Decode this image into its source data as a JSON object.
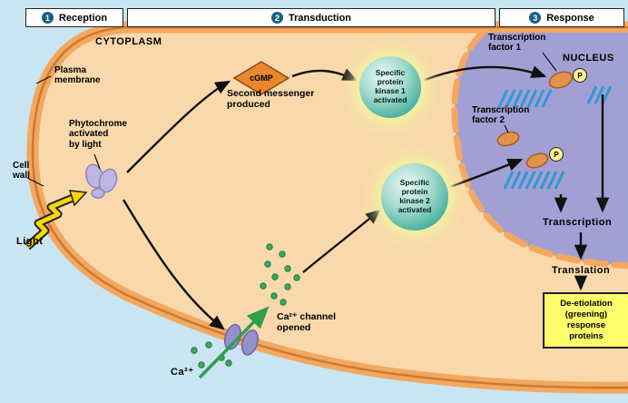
{
  "header": {
    "sections": [
      {
        "num": "1",
        "label": "Reception"
      },
      {
        "num": "2",
        "label": "Transduction"
      },
      {
        "num": "3",
        "label": "Response"
      }
    ]
  },
  "regions": {
    "cytoplasm": "CYTOPLASM",
    "nucleus": "NUCLEUS"
  },
  "labels": {
    "plasma_membrane": "Plasma\nmembrane",
    "cell_wall": "Cell\nwall",
    "light": "Light",
    "phytochrome": "Phytochrome\nactivated\nby light",
    "cgmp": "cGMP",
    "second_messenger": "Second messenger\nproduced",
    "kinase1": "Specific\nprotein\nkinase 1\nactivated",
    "kinase2": "Specific\nprotein\nkinase 2\nactivated",
    "ca_channel": "Ca²⁺ channel\nopened",
    "ca_ion": "Ca²⁺",
    "tf1": "Transcription\nfactor 1",
    "tf2": "Transcription\nfactor 2",
    "phosphate": "P",
    "transcription": "Transcription",
    "translation": "Translation",
    "response_proteins": "De-etiolation\n(greening)\nresponse\nproteins"
  },
  "colors": {
    "background": "#c9e5f1",
    "cell_wall": "#f2a85f",
    "plasma_membrane": "#cc7a33",
    "cytoplasm": "#f9d9ab",
    "nucleus": "#a19fd3",
    "kinase": "#4fb3a1",
    "kinase_glow": "#f3eda2",
    "cgmp_diamond": "#e8872e",
    "transcription_factor": "#e2924d",
    "phosphate_badge": "#fbef8f",
    "calcium_green": "#33a055",
    "dna_blue": "#2e9ad2",
    "response_box": "#fdfd6b",
    "light_yellow": "#f6d60a",
    "header_badge": "#1b5e83"
  }
}
